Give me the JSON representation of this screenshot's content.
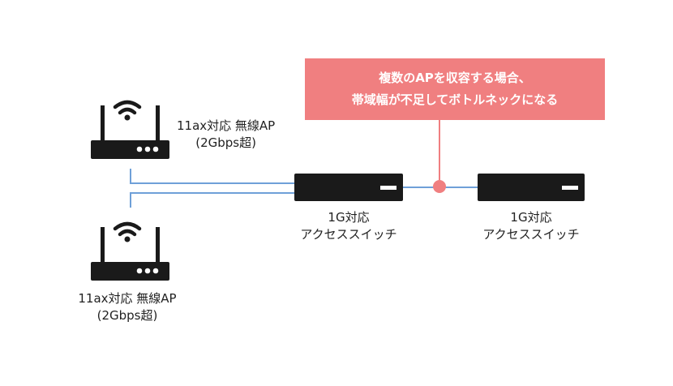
{
  "colors": {
    "callout": "#f07f80",
    "link_line": "#6fa0d8",
    "device": "#1a1a1a",
    "background": "#ffffff"
  },
  "callout": {
    "line1": "複数のAPを収容する場合、",
    "line2": "帯域幅が不足してボトルネックになる"
  },
  "access_points": [
    {
      "icon": "wifi-router-icon",
      "line1": "11ax対応 無線AP",
      "line2": "(2Gbps超)"
    },
    {
      "icon": "wifi-router-icon",
      "line1": "11ax対応 無線AP",
      "line2": "(2Gbps超)"
    }
  ],
  "switches": [
    {
      "icon": "network-switch-icon",
      "line1": "1G対応",
      "line2": "アクセススイッチ"
    },
    {
      "icon": "network-switch-icon",
      "line1": "1G対応",
      "line2": "アクセススイッチ"
    }
  ]
}
